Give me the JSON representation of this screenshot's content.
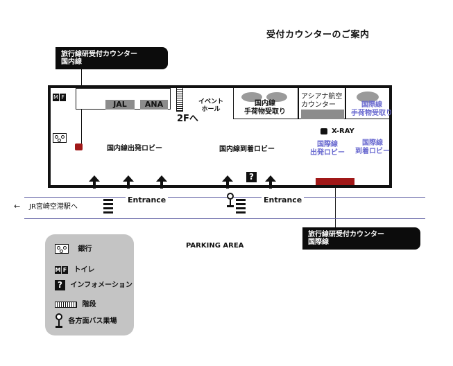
{
  "title": "受付カウンターのご案内",
  "callouts": {
    "domestic": [
      "旅行線研受付カウンター",
      "国内線"
    ],
    "international": [
      "旅行線研受付カウンター",
      "国際線"
    ]
  },
  "building": {
    "jal": "JAL",
    "ana": "ANA",
    "event_hall": [
      "イベント",
      "ホール"
    ],
    "to_2f": "2Fへ",
    "domestic_baggage": [
      "国内線",
      "手荷物受取り"
    ],
    "asiana": [
      "アシアナ航空",
      "カウンター"
    ],
    "intl_baggage": [
      "国際線",
      "手荷物受取り"
    ],
    "xray": "X-RAY",
    "domestic_departure": "国内線出発ロビー",
    "domestic_arrival": "国内線到着ロビー",
    "intl_departure": [
      "国際線",
      "出発ロビー"
    ],
    "intl_arrival": [
      "国際線",
      "到着ロビー"
    ],
    "info_symbol": "?"
  },
  "roads": {
    "entrance_left": "Entrance",
    "entrance_right": "Entrance",
    "jr_station": "JR宮崎空港駅へ",
    "arrow_left": "←",
    "parking": "PARKING AREA"
  },
  "legend": {
    "bank": "銀行",
    "toilet": "トイレ",
    "information": "インフォメーション",
    "stairs": "階段",
    "bus": "各方面バス乗場",
    "toilet_icons": [
      "M",
      "F"
    ],
    "info_symbol": "?"
  },
  "colors": {
    "accent_blue": "#6a6ad0",
    "counter_red": "#a01818",
    "callout_bg": "#0c0c0c",
    "legend_bg": "#c4c4c4"
  }
}
